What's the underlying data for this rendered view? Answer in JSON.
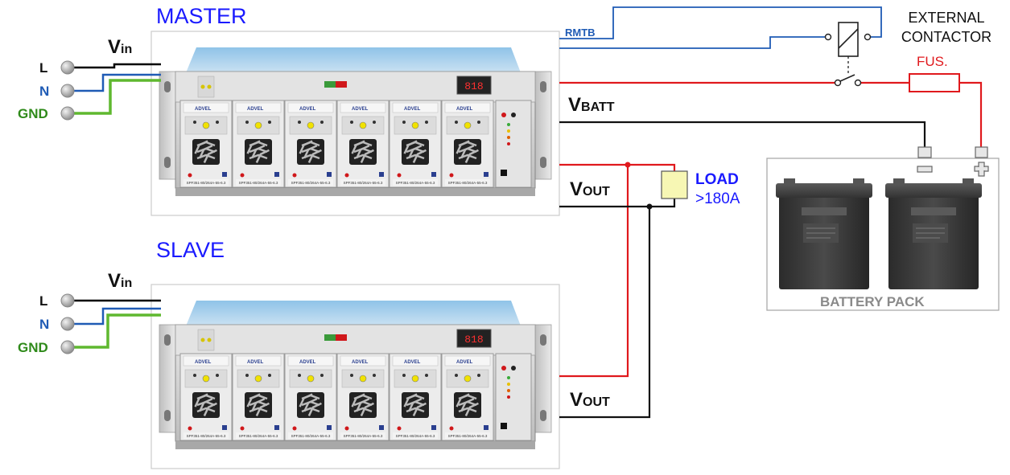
{
  "diagram": {
    "master_title": "MASTER",
    "slave_title": "SLAVE",
    "vin_main": "V",
    "vin_sub": "in",
    "vbatt_main": "V",
    "vbatt_sub": "BATT",
    "vout_main": "V",
    "vout_sub": "OUT",
    "terminals": {
      "l": "L",
      "n": "N",
      "gnd": "GND"
    },
    "rmtb": "RMTB",
    "external_contactor": [
      "EXTERNAL",
      "CONTACTOR"
    ],
    "fuse": "FUS.",
    "load_title": "LOAD",
    "load_value": ">180A",
    "battery_pack": "BATTERY PACK",
    "module_label": "ADVEL",
    "module_code": "SPF351-80/264A-55-6.3",
    "display_value": "818"
  },
  "colors": {
    "title": "#1a1aff",
    "line_l": "#000000",
    "line_n": "#1f5bb5",
    "line_gnd": "#5fb82f",
    "wire_positive": "#e0191d",
    "wire_negative": "#111111",
    "wire_rmtb": "#1f5bb5",
    "load_fill": "#f7f7b4",
    "label_n": "#1f5bb5",
    "label_gnd": "#2f8a1a",
    "battery_pack_label": "#8a8a8a"
  }
}
